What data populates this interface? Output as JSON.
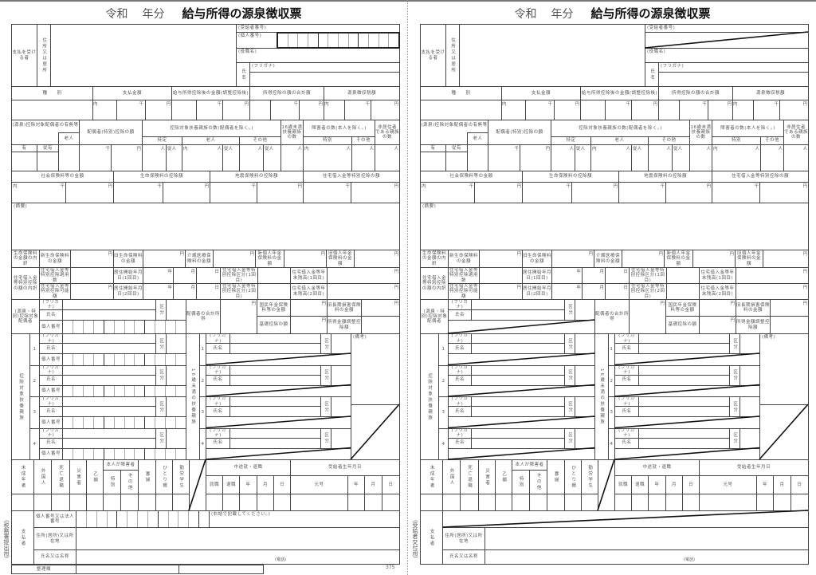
{
  "copies": [
    {
      "title_era": "令和",
      "title_year": "年分",
      "title": "給与所得の源泉徴収票",
      "side_label": "(税務署提出用)",
      "page_no": "375"
    },
    {
      "title_era": "令和",
      "title_year": "年分",
      "title": "給与所得の源泉徴収票",
      "side_label": "(受給者交付用)"
    }
  ],
  "labels": {
    "payee": "支払を受ける者",
    "address": "住所又は居所",
    "recipient_no": "(受給者番号)",
    "my_number": "(個人番号)",
    "position": "(役職名)",
    "name": "氏名",
    "furigana": "(フリガナ)",
    "type": "種　　別",
    "payment": "支払金額",
    "after_deduction": "給与所得控除後の金額(調整控除後)",
    "deduction_total": "所得控除の額の合計額",
    "withholding": "源泉徴収税額",
    "spouse_status": "(源泉)控除対象配偶者の有無等",
    "elderly": "老人",
    "spouse_special": "配偶者(特別)控除の額",
    "dependents_count": "控除対象扶養親族の数(配偶者を除く。)",
    "specific": "特定",
    "elderly2": "老人",
    "other": "その他",
    "under16": "16歳未満扶養親族の数",
    "disabled": "障害者の数(本人を除く。)",
    "special": "特別",
    "nonresident": "非居住者である親族の数",
    "yes": "有",
    "juu_yes": "従有",
    "social": "社会保険料等の金額",
    "life": "生命保険料の控除額",
    "earthquake": "地震保険料の控除額",
    "housing": "住宅借入金等特別控除の額",
    "summary": "(摘要)",
    "life_breakdown": "生命保険料の金額の内訳",
    "new_life": "新生命保険料の金額",
    "old_life": "旧生命保険料の金額",
    "care": "介護医療保険料の金額",
    "new_pension": "新個人年金保険料の金額",
    "old_pension": "旧個人年金保険料の金額",
    "housing_breakdown": "住宅借入金等特別控除の額の内訳",
    "housing_count": "住宅借入金等特別控除適用数",
    "housing_possible": "住宅借入金等特別控除可能額",
    "start1": "居住開始年月日(1回目)",
    "start2": "居住開始年月日(2回目)",
    "category1": "住宅借入金等特別控除区分(1回目)",
    "category2": "住宅借入金等特別控除区分(2回目)",
    "balance1": "住宅借入金等年末残高(1回目)",
    "balance2": "住宅借入金等年末残高(2回目)",
    "spouse_label": "(源泉・特別)控除対象配偶者",
    "kubun": "区分",
    "personal_no": "個人番号",
    "spouse_income": "配偶者の合計所得",
    "national_pension": "国民年金保険料等の金額",
    "old_long_term": "旧長期損害保険料の金額",
    "basic": "基礎控除の額",
    "adjustment": "所得金額調整控除額",
    "dependents": "控除対象扶養親族",
    "under16_dep": "16歳未満の扶養親族",
    "remarks": "(備考)",
    "minor": "未成年者",
    "foreigner": "外国人",
    "death": "死亡退職",
    "disaster": "災害者",
    "otsu": "乙欄",
    "self_disabled": "本人が障害者",
    "special2": "特別",
    "other2": "その他",
    "widow": "寡婦",
    "single_parent": "ひとり親",
    "student": "勤労学生",
    "midyear": "中途就・退職",
    "hired": "就職",
    "retired": "退職",
    "year": "年",
    "month": "月",
    "day": "日",
    "birth": "受給者生年月日",
    "era": "元号",
    "payer": "支払者",
    "payer_no": "個人番号又は法人番号",
    "payer_note": "(右詰で記載してください。)",
    "payer_address": "住所(居所)又は所在地",
    "payer_name": "氏名又は名称",
    "phone": "(電話)",
    "office": "整理欄",
    "unit_uchi": "内",
    "unit_sen": "千",
    "unit_yen": "円",
    "unit_nin": "人",
    "unit_junin": "従人",
    "nums": [
      "1",
      "2",
      "3",
      "4"
    ]
  }
}
